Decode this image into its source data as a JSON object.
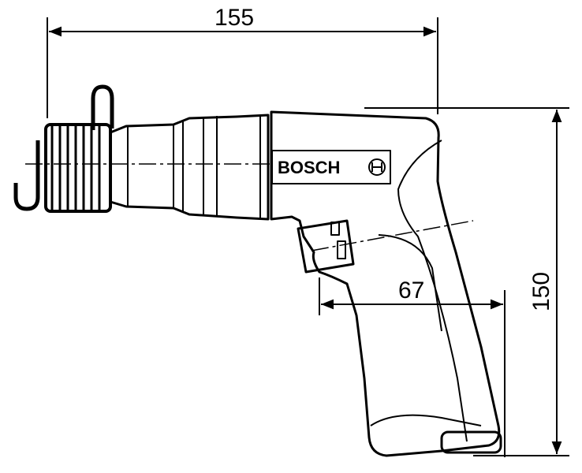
{
  "dimensions": {
    "length": "155",
    "height": "150",
    "handle_width": "67"
  },
  "brand": {
    "logo_text": "BOSCH"
  },
  "colors": {
    "line": "#000000",
    "background": "#ffffff"
  }
}
